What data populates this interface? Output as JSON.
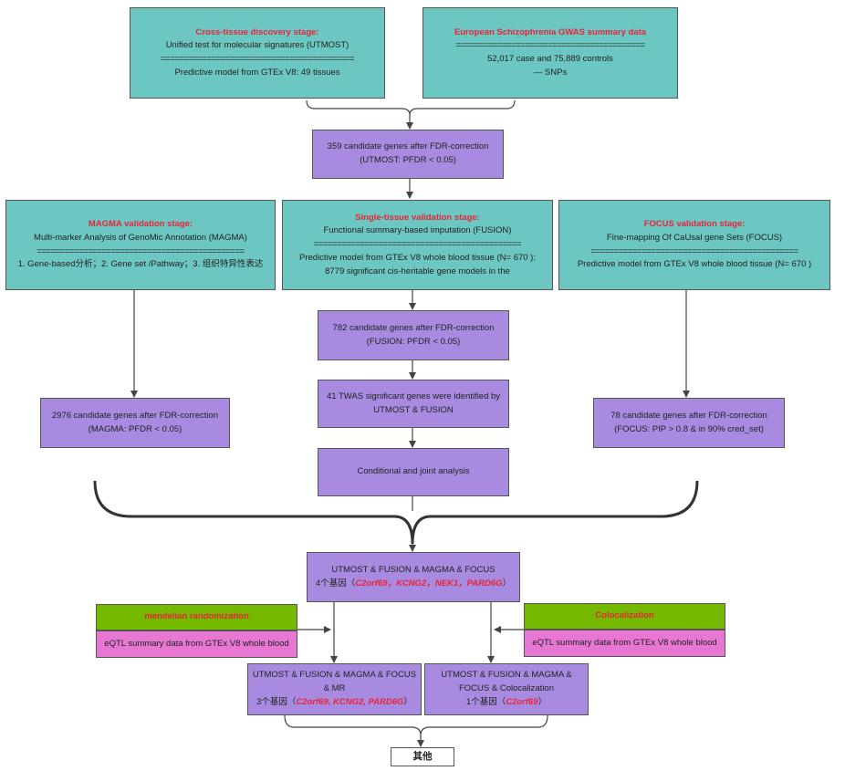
{
  "cross_tissue": {
    "title": "Cross-tissue discovery stage:",
    "line1": "Unified test for molecular signatures (UTMOST)",
    "separator": "==========================================",
    "line2": "Predictive model from GTEx V8: 49 tissues"
  },
  "gwas": {
    "title": "European Schizophrenia GWAS summary data",
    "separator": "=========================================",
    "line1": "52,017 case and 75,889 controls",
    "line2": "— SNPs"
  },
  "utmost_candidates": {
    "line1": "359 candidate genes after FDR-correction",
    "line2": "(UTMOST: PFDR < 0.05)"
  },
  "magma_stage": {
    "title": "MAGMA validation stage:",
    "line1": "Multi-marker Analysis of GenoMic Annotation (MAGMA)",
    "separator": "=============================================",
    "line2": "1. Gene-based分析；2. Gene set /Pathway；3. 组织特异性表达"
  },
  "fusion_stage": {
    "title": "Single-tissue validation stage:",
    "line1": "Functional summary-based imputation (FUSION)",
    "separator": "=============================================",
    "line2": "Predictive model from GTEx V8 whole blood tissue (N= 670 ):",
    "line3": "8779 significant cis-heritable gene models in the"
  },
  "focus_stage": {
    "title": "FOCUS validation stage:",
    "line1": "Fine-mapping Of CaUsal gene Sets (FOCUS)",
    "separator": "=============================================",
    "line2": "Predictive model from GTEx V8 whole blood tissue (N= 670 )"
  },
  "fusion_candidates": {
    "line1": "782 candidate genes after FDR-correction",
    "line2": "(FUSION: PFDR < 0.05)"
  },
  "twas": {
    "line1": "41 TWAS significant genes were identified by",
    "line2": "UTMOST & FUSION"
  },
  "magma_candidates": {
    "line1": "2976 candidate genes after FDR-correction",
    "line2": "(MAGMA: PFDR < 0.05)"
  },
  "focus_candidates": {
    "line1": "78 candidate genes after FDR-correction",
    "line2": "(FOCUS: PIP > 0.8 & in 90% cred_set)"
  },
  "conditional": {
    "line1": "Conditional and joint analysis"
  },
  "combined": {
    "line1": "UTMOST & FUSION & MAGMA & FOCUS",
    "count_prefix": "4个基因（",
    "genes": "C2orf69，KCNG2，NEK1，PARD6G",
    "count_suffix": "）"
  },
  "mr_header": {
    "title": "mendelian randomization"
  },
  "mr_data": {
    "line1": "eQTL summary data from GTEx V8 whole blood"
  },
  "coloc_header": {
    "title": "Colocalization"
  },
  "coloc_data": {
    "line1": "eQTL summary data from GTEx V8 whole blood"
  },
  "mr_result": {
    "line1": "UTMOST & FUSION & MAGMA & FOCUS",
    "line2": "& MR",
    "count_prefix": "3个基因（",
    "genes": "C2orf69, KCNG2, PARD6G",
    "count_suffix": "）"
  },
  "coloc_result": {
    "line1": "UTMOST & FUSION & MAGMA &",
    "line2": "FOCUS & Colocalization",
    "count_prefix": "1个基因（",
    "genes": "C2orf69",
    "count_suffix": "）"
  },
  "other": {
    "label": "其他"
  },
  "colors": {
    "teal": "#6cc6c2",
    "purple": "#a88be0",
    "green": "#74b800",
    "pink": "#e877d3",
    "title_red": "#e8243a"
  }
}
